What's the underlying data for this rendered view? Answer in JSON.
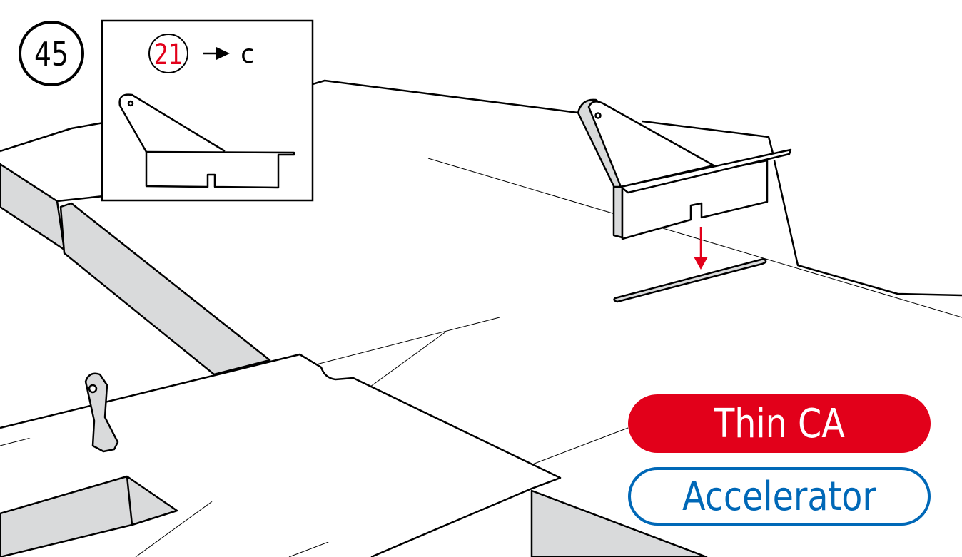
{
  "step_number": "45",
  "inset": {
    "part_number": "21",
    "arrow_target": "c"
  },
  "labels": {
    "adhesive": "Thin CA",
    "accelerator": "Accelerator"
  },
  "colors": {
    "adhesive": "#e2001a",
    "accelerator": "#0068b7",
    "part_number": "#e2001a",
    "structure_gray": "#d9dadb"
  }
}
